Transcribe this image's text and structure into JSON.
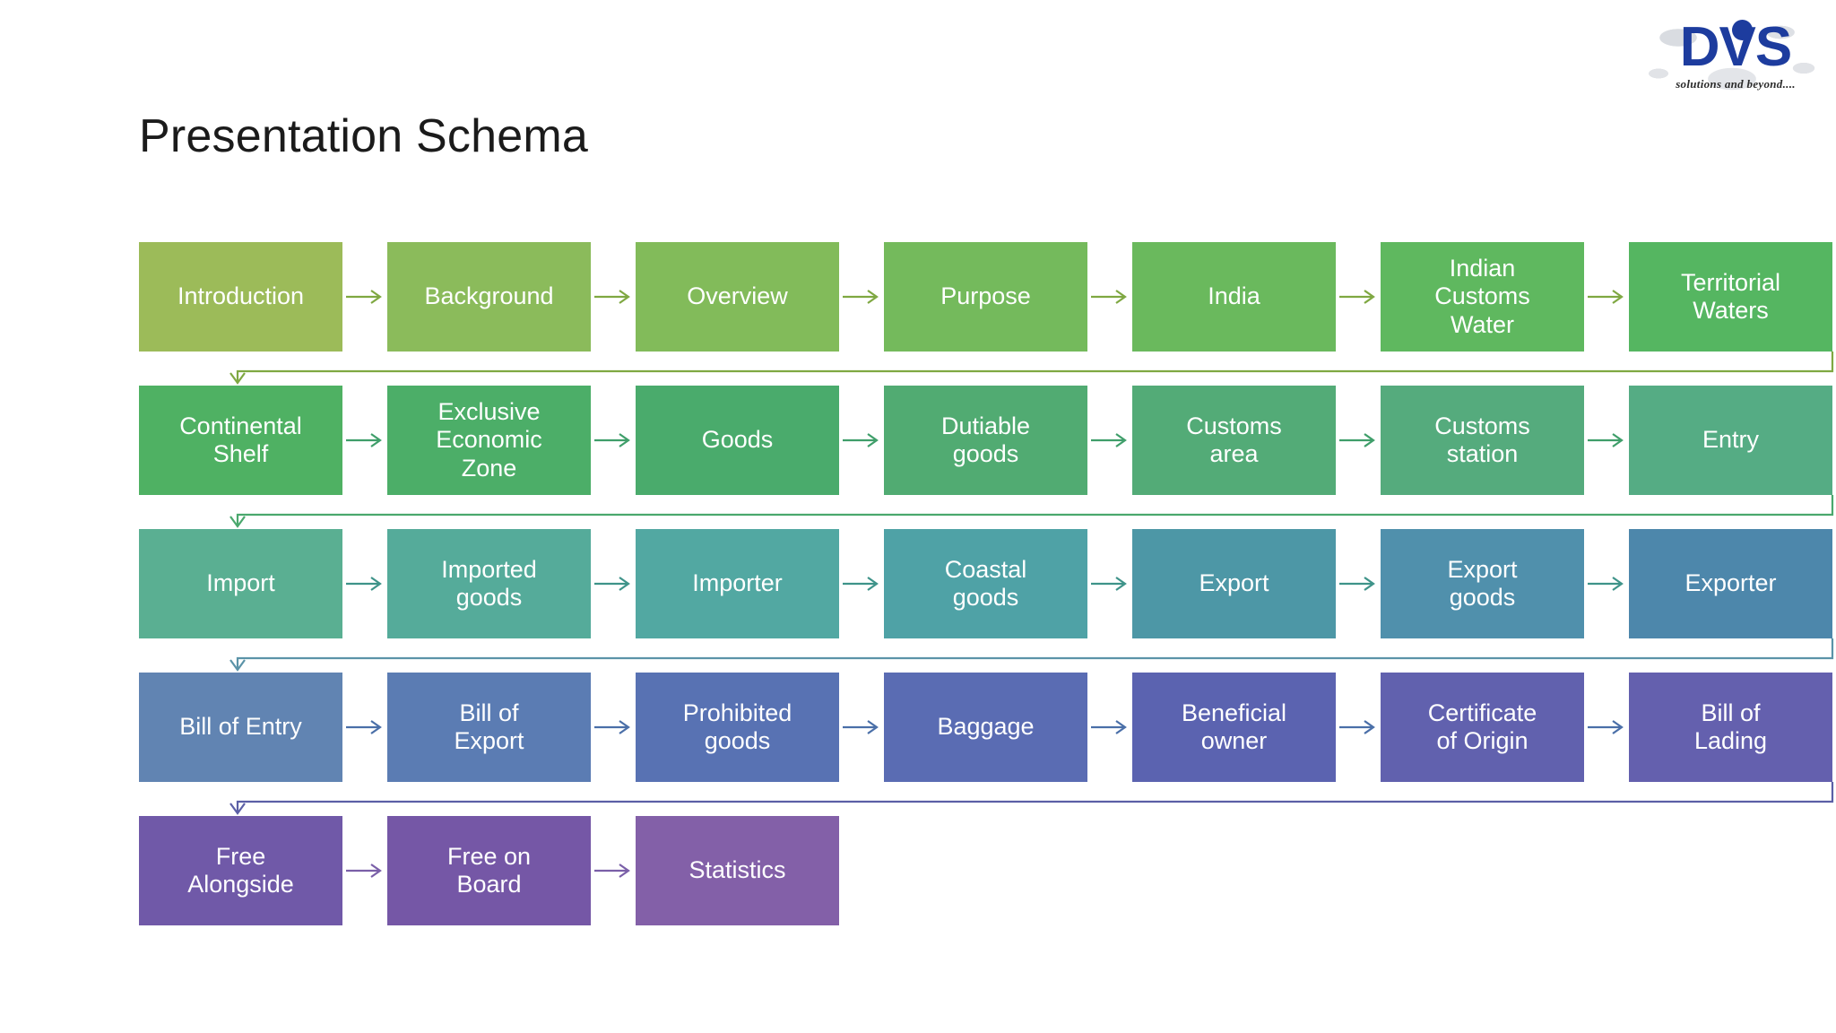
{
  "logo": {
    "name": "DVS",
    "tagline": "solutions and beyond....",
    "color": "#1d3c9e"
  },
  "title": "Presentation Schema",
  "flow": {
    "rows": [
      {
        "arrow_color": "#7fa842",
        "wrap_color": "#7fa842",
        "nodes": [
          {
            "label": "Introduction",
            "color": "#9cbb59"
          },
          {
            "label": "Background",
            "color": "#8bbb5b"
          },
          {
            "label": "Overview",
            "color": "#82bb5a"
          },
          {
            "label": "Purpose",
            "color": "#74ba5c"
          },
          {
            "label": "India",
            "color": "#6ab95d"
          },
          {
            "label": "Indian\nCustoms\nWater",
            "color": "#5fb85f"
          },
          {
            "label": "Territorial\nWaters",
            "color": "#55b661"
          }
        ]
      },
      {
        "arrow_color": "#3f9e6a",
        "wrap_color": "#4aa86d",
        "nodes": [
          {
            "label": "Continental\nShelf",
            "color": "#4fb163"
          },
          {
            "label": "Exclusive\nEconomic\nZone",
            "color": "#4cae68"
          },
          {
            "label": "Goods",
            "color": "#4aab6c"
          },
          {
            "label": "Dutiable\ngoods",
            "color": "#51ab72"
          },
          {
            "label": "Customs\narea",
            "color": "#53ab77"
          },
          {
            "label": "Customs\nstation",
            "color": "#55ab7d"
          },
          {
            "label": "Entry",
            "color": "#55ac84"
          }
        ]
      },
      {
        "arrow_color": "#3e9389",
        "wrap_color": "#5b93a8",
        "nodes": [
          {
            "label": "Import",
            "color": "#5aaf92"
          },
          {
            "label": "Imported\ngoods",
            "color": "#55ab9a"
          },
          {
            "label": "Importer",
            "color": "#52a8a2"
          },
          {
            "label": "Coastal\ngoods",
            "color": "#4fa2a6"
          },
          {
            "label": "Export",
            "color": "#4d97a6"
          },
          {
            "label": "Export\ngoods",
            "color": "#5090ac"
          },
          {
            "label": "Exporter",
            "color": "#4d87ab"
          }
        ]
      },
      {
        "arrow_color": "#4a6fa8",
        "wrap_color": "#5b5fa6",
        "nodes": [
          {
            "label": "Bill of Entry",
            "color": "#6184b2"
          },
          {
            "label": "Bill of\nExport",
            "color": "#5b7cb3"
          },
          {
            "label": "Prohibited\ngoods",
            "color": "#5872b3"
          },
          {
            "label": "Baggage",
            "color": "#5a6cb3"
          },
          {
            "label": "Beneficial\nowner",
            "color": "#5b63b0"
          },
          {
            "label": "Certificate\nof Origin",
            "color": "#6161ae"
          },
          {
            "label": "Bill of\nLading",
            "color": "#6460ae"
          }
        ]
      },
      {
        "arrow_color": "#7a5fa8",
        "wrap_color": "",
        "nodes": [
          {
            "label": "Free\nAlongside",
            "color": "#7059a8"
          },
          {
            "label": "Free on\nBoard",
            "color": "#7557a6"
          },
          {
            "label": "Statistics",
            "color": "#8360a8"
          }
        ]
      }
    ]
  }
}
